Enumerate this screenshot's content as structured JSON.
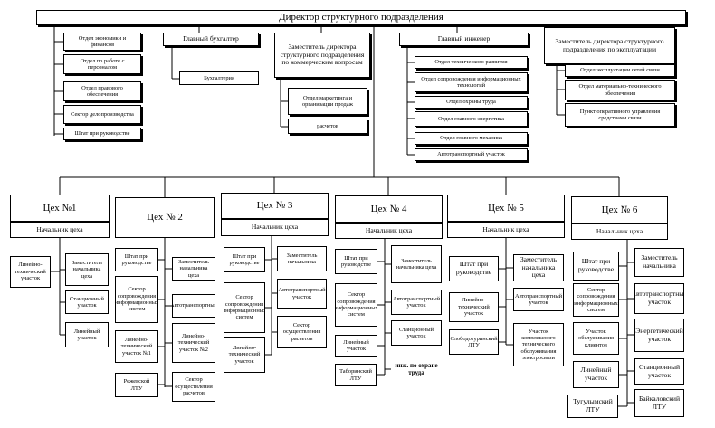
{
  "director": "Директор структурного подразделения",
  "left_column": [
    "Отдел экономики и финансов",
    "Отдел по работе с персоналом",
    "Отдел правового обеспечения",
    "Сектор делопроизводства",
    "Штат при руководстве"
  ],
  "chief_accountant": {
    "title": "Главный бухгалтер",
    "accounting": "Бухгалтерия"
  },
  "deputy_commercial": {
    "title": "Заместитель директора структурного подразделения по коммерческим вопросам",
    "marketing": "Отдел маркетинга и организации продаж",
    "settlements": "расчетов"
  },
  "chief_engineer": {
    "title": "Главный инженер",
    "units": [
      "Отдел технического развития",
      "Отдел сопровождения информационных технологий",
      "Отдел охраны труда",
      "Отдел главного энергетика",
      "Отдел главного механика",
      "Автотранспортный участок"
    ]
  },
  "deputy_operations": {
    "title": "Заместитель директора структурного подразделения по эксплуатации",
    "units": [
      "Отдел эксплуатации сетей связи",
      "Отдел материально-технического обеспечения",
      "Пункт оперативного управления средствами связи"
    ]
  },
  "workshops": [
    {
      "name": "Цех №1",
      "head": "Начальник цеха",
      "units": [
        "Линейно-технический участок",
        "Заместитель начальника цеха",
        "Станционный участок",
        "Линейный участок"
      ]
    },
    {
      "name": "Цех № 2",
      "head": "",
      "units": [
        "Штат при руководстве",
        "Заместитель начальника цеха",
        "Сектор сопровождения информационных систем",
        "Автотранспортный",
        "Линейно-технический участок №1",
        "Линейно-технический участок №2",
        "Режевской ЛТУ",
        "Сектор осуществления расчетов"
      ]
    },
    {
      "name": "Цех № 3",
      "head": "Начальник цеха",
      "units": [
        "Штат при руководстве",
        "Заместитель начальника",
        "Сектор сопровождения информационных систем",
        "Автотранспортный участок",
        "Сектор осуществления расчетов",
        "Линейно-технический участок"
      ]
    },
    {
      "name": "Цех № 4",
      "head": "Начальник цеха",
      "units": [
        "Штат при руководстве",
        "Заместитель начальника цеха",
        "Сектор сопровождения информационных систем",
        "Автотранспортный участок",
        "Линейный участок",
        "Станционный участок",
        "Таборинский ЛТУ",
        "инж. по охране труда"
      ]
    },
    {
      "name": "Цех № 5",
      "head": "Начальник цеха",
      "units": [
        "Штат при руководстве",
        "Заместитель начальника цеха",
        "Линейно-технический участок",
        "Автотранспортный участок",
        "Слободотуринский ЛТУ",
        "Участок комплексного технического обслуживания электросвязи"
      ]
    },
    {
      "name": "Цех № 6",
      "head": "Начальник цеха",
      "units": [
        "Штат при руководстве",
        "Заместитель начальника",
        "Сектор сопровождения информационных систем",
        "Автотранспортный участок",
        "Участок обслуживания клиентов",
        "Энергетический участок",
        "Линейный участок",
        "Станционный участок",
        "Тугулымский ЛТУ",
        "Байкаловский ЛТУ"
      ]
    }
  ]
}
